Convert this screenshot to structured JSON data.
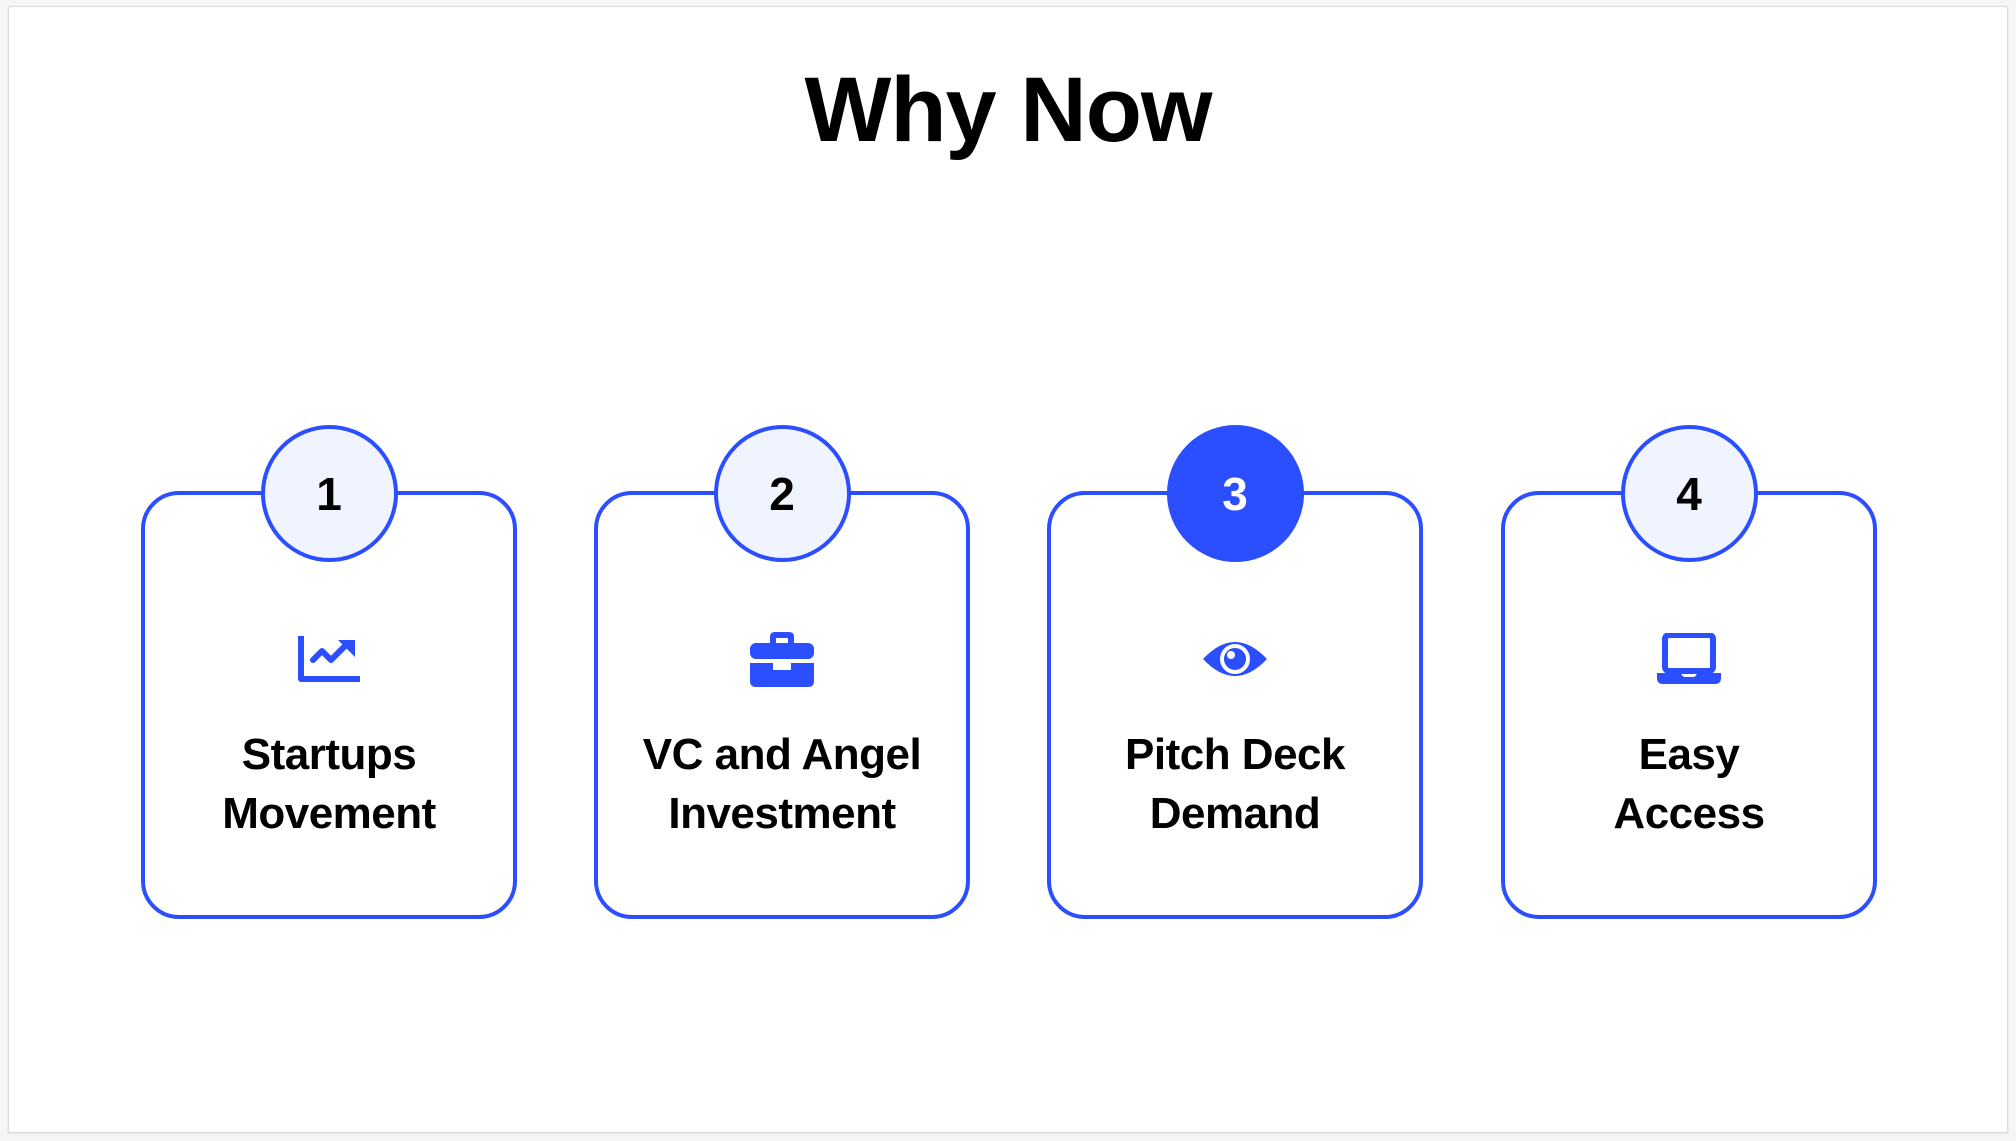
{
  "slide": {
    "title": "Why Now"
  },
  "theme": {
    "accent": "#2b4eff",
    "badge_fill": "#f0f4fe",
    "text": "#000000",
    "background": "#ffffff"
  },
  "cards": [
    {
      "number": "1",
      "icon": "chart-line-up-icon",
      "label_line1": "Startups",
      "label_line2": "Movement",
      "active": false
    },
    {
      "number": "2",
      "icon": "briefcase-icon",
      "label_line1": "VC and Angel",
      "label_line2": "Investment",
      "active": false
    },
    {
      "number": "3",
      "icon": "eye-icon",
      "label_line1": "Pitch Deck",
      "label_line2": "Demand",
      "active": true
    },
    {
      "number": "4",
      "icon": "laptop-icon",
      "label_line1": "Easy",
      "label_line2": "Access",
      "active": false
    }
  ]
}
